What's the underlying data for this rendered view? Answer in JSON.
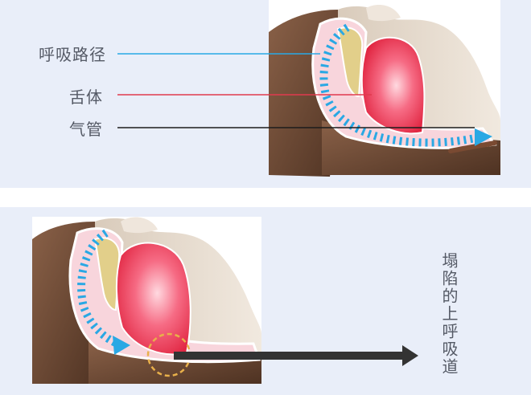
{
  "top_panel": {
    "labels": {
      "airway": "呼吸路径",
      "tongue": "舌体",
      "trachea": "气管"
    },
    "colors": {
      "airway_line": "#29a9e6",
      "tongue_line": "#e03a4e",
      "trachea_line": "#1c1c1c"
    }
  },
  "bottom_panel": {
    "caption": "塌陷的上呼吸道",
    "colors": {
      "arrow": "#333333",
      "highlight_circle": "#e8b04a"
    }
  },
  "colors": {
    "background": "#e9eef9",
    "skin_dark": "#6b4a36",
    "skin_light": "#e9dfd2",
    "airway_fill": "#f8d5dc",
    "tongue": "#f03a55",
    "teeth": "#e2cf8a",
    "flow_arrows": "#2aa8e4"
  }
}
